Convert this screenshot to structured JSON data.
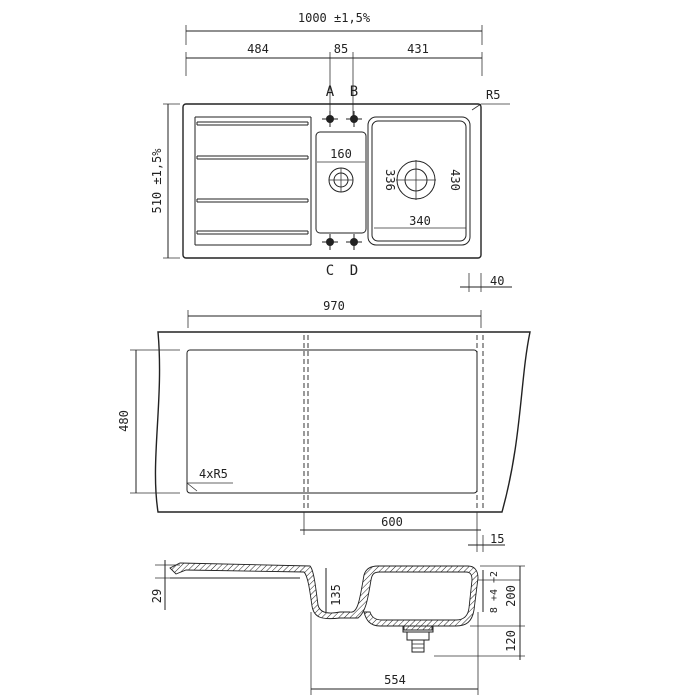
{
  "top_view": {
    "dim_total": "1000 ±1,5%",
    "dim_left": "484",
    "dim_mid": "85",
    "dim_right": "431",
    "label_a": "A",
    "label_b": "B",
    "label_c": "C",
    "label_d": "D",
    "radius": "R5",
    "dim_height": "510 ±1,5%",
    "dim_small_width": "160",
    "dim_small_height": "336",
    "dim_big_width": "340",
    "dim_big_height": "430",
    "dim_edge": "40"
  },
  "cutout_view": {
    "dim_width": "970",
    "dim_height": "480",
    "radius_note": "4xR5",
    "dim_bowl": "600",
    "dim_edge": "15"
  },
  "section_view": {
    "dim_rim": "29",
    "dim_small_depth": "135",
    "dim_tol": "8 +4 −2",
    "dim_depth": "200",
    "dim_drain": "120",
    "dim_width": "554"
  }
}
